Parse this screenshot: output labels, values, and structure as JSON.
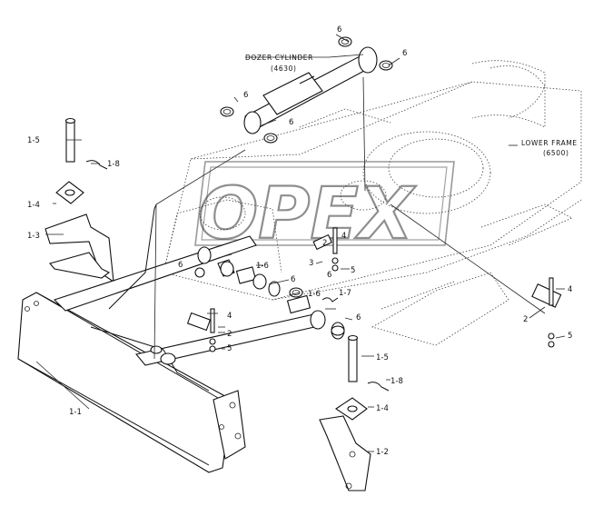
{
  "watermark": "OPEX",
  "assemblies": {
    "dozer_cylinder": {
      "name": "DOZER CYLINDER",
      "code": "(4630)"
    },
    "lower_frame": {
      "name": "LOWER FRAME",
      "code": "(6500)"
    }
  },
  "callouts": {
    "blade": "1-1",
    "bracket_lower": "1-2",
    "bracket_upper": "1-3",
    "plate_left": "1-4",
    "plate_right": "1-4",
    "pin_left": "1-5",
    "pin_right": "1-5",
    "bush_upper": "1-6",
    "bush_lower": "1-6",
    "cotter_center": "1-7",
    "snap_left": "1-8",
    "snap_right": "1-8",
    "pin_center": "2",
    "pin_left2": "2",
    "pin_right2": "2",
    "pin_small": "3",
    "bolt_center": "4",
    "bolt_left": "4",
    "bolt_right": "4",
    "nut_center": "5",
    "nut_left": "5",
    "nut_right": "5",
    "oring_top1": "6",
    "oring_top2": "6",
    "oring_cyl1": "6",
    "oring_cyl2": "6",
    "oring_mid": "6",
    "oring_low1": "6",
    "oring_low2": "6",
    "oring_left": "6"
  }
}
